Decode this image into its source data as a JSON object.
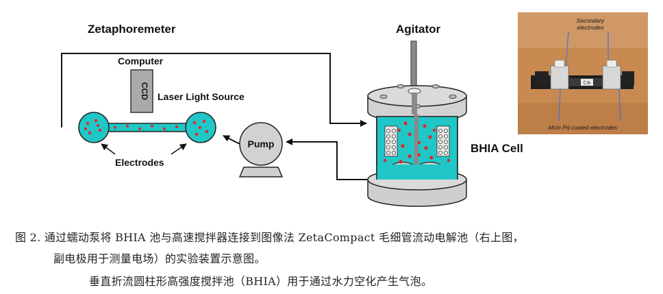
{
  "labels": {
    "zetaphorometer": "Zetaphoremeter",
    "computer": "Computer",
    "ccd": "CCD",
    "laser": "Laser Light Source",
    "electrodes": "Electrodes",
    "pump": "Pump",
    "agitator": "Agitator",
    "bhia_cell": "BHIA Cell"
  },
  "photo": {
    "secondary_line1": "Secondary",
    "secondary_line2": "electrodes",
    "coated": "Mcin Pd coated electrodes",
    "device_mark": "C⊕"
  },
  "colors": {
    "cyan": "#21c6c6",
    "red_bubble": "#e0262b",
    "grey_body": "#d2d2d2",
    "photo_bg": "#c98a52",
    "pointer_blue": "#3a78c8"
  },
  "caption": {
    "line1": "图 2.  通过蠕动泵将 BHIA 池与高速搅拌器连接到图像法 ZetaCompact 毛细管流动电解池（右上图，",
    "line2": "副电极用于测量电场）的实验装置示意图。",
    "line3": "垂直折流圆柱形高强度搅拌池（BHIA）用于通过水力空化产生气泡。"
  }
}
